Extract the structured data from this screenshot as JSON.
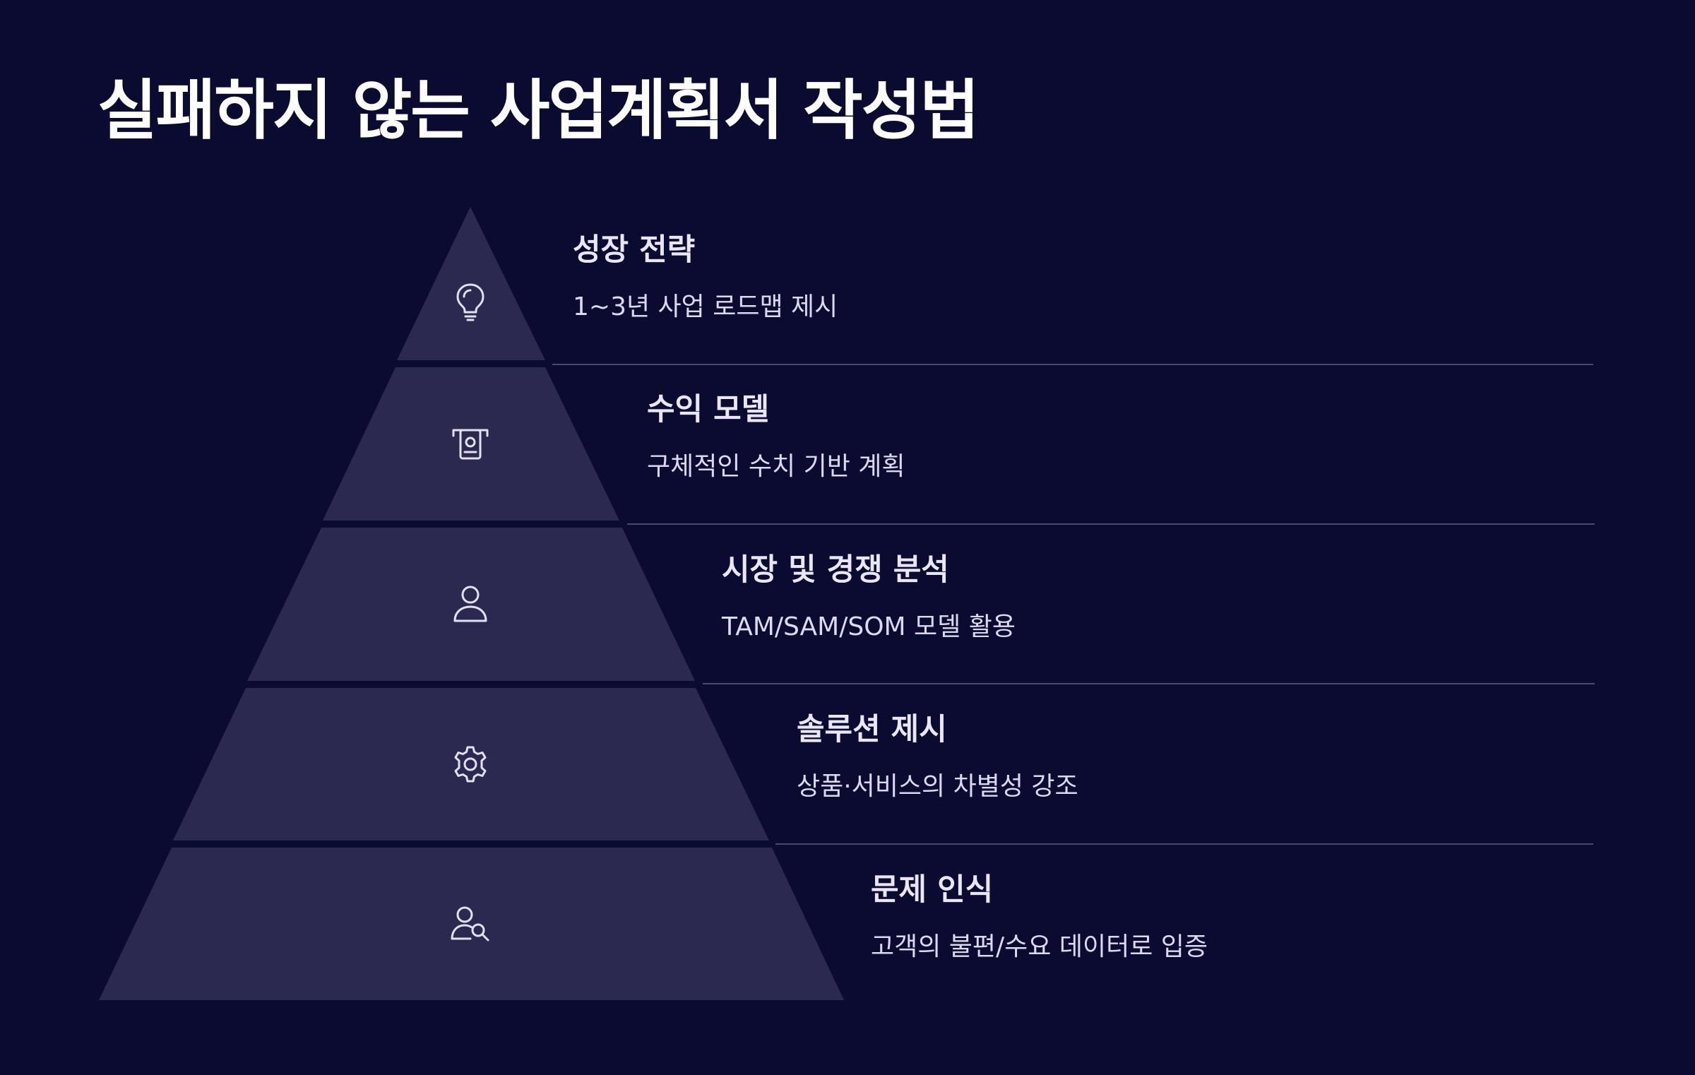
{
  "title": "실패하지 않는 사업계획서 작성법",
  "colors": {
    "background": "#0b0a30",
    "pyramid_fill": "#2b2950",
    "divider": "#4a4870",
    "icon_stroke": "#e2e0f5",
    "title_text": "#ffffff",
    "tier_title_text": "#e8e6f8",
    "tier_desc_text": "#dcdaf2"
  },
  "tiers": [
    {
      "title": "성장 전략",
      "description": "1~3년 사업 로드맵 제시",
      "icon": "lightbulb-icon"
    },
    {
      "title": "수익 모델",
      "description": "구체적인 수치 기반 계획",
      "icon": "cash-register-icon"
    },
    {
      "title": "시장 및 경쟁 분석",
      "description": "TAM/SAM/SOM 모델 활용",
      "icon": "user-icon"
    },
    {
      "title": "솔루션 제시",
      "description": "상품·서비스의 차별성 강조",
      "icon": "gear-icon"
    },
    {
      "title": "문제 인식",
      "description": "고객의 불편/수요 데이터로 입증",
      "icon": "user-search-icon"
    }
  ]
}
